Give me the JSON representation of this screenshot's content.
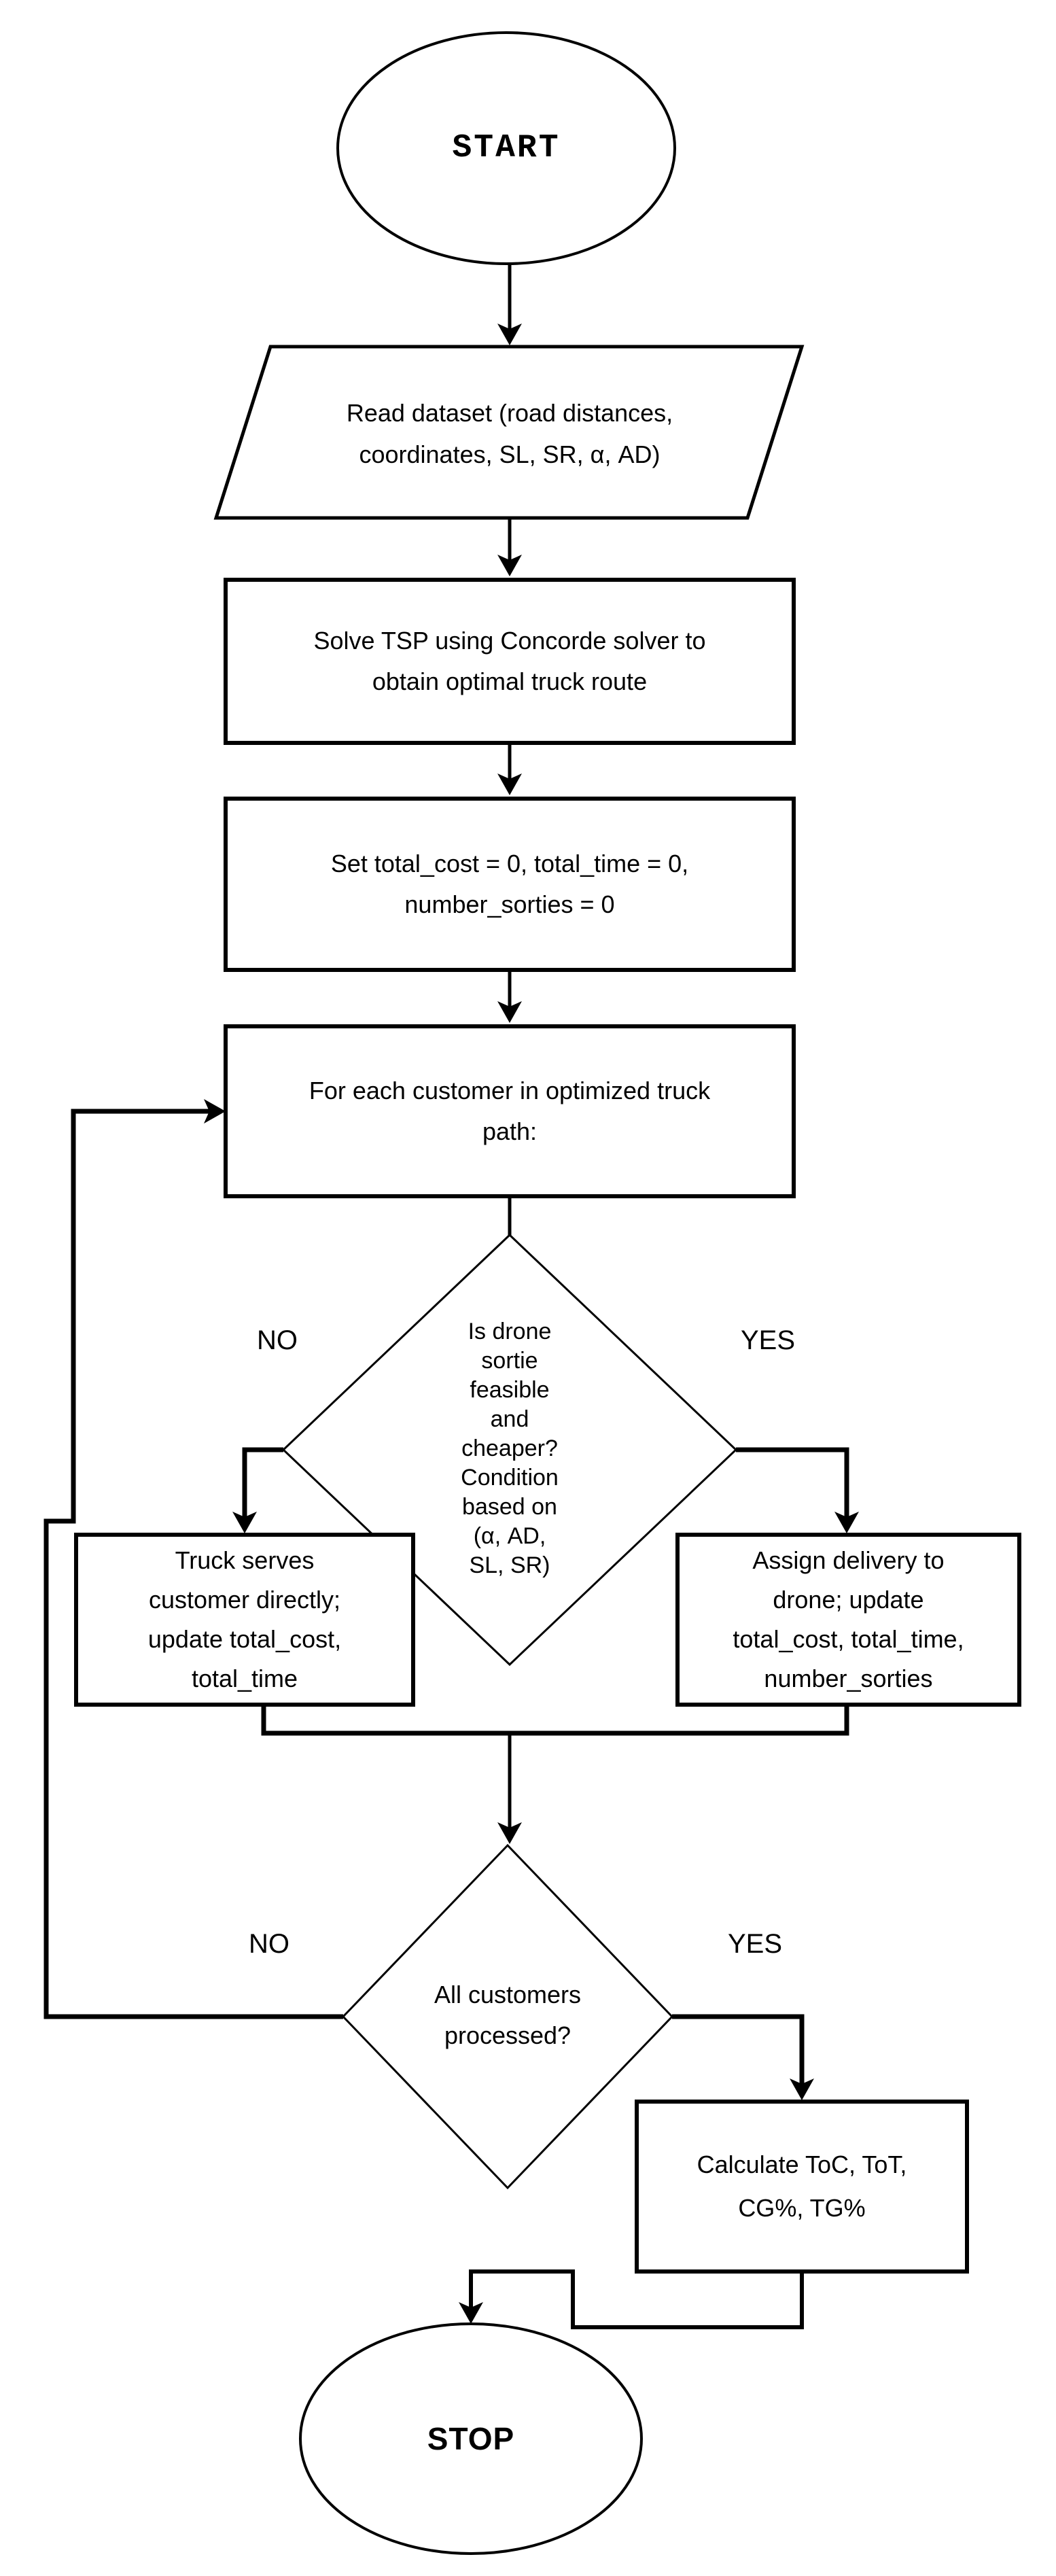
{
  "background": "#ffffff",
  "stroke_color": "#000000",
  "nodes": {
    "start": {
      "label": "START",
      "type": "terminator"
    },
    "read_dataset": {
      "label": "Read dataset (road distances,\ncoordinates, SL, SR, α, AD)",
      "type": "io-parallelogram"
    },
    "solve_tsp": {
      "label": "Solve TSP using Concorde solver to\nobtain optimal truck route",
      "type": "process"
    },
    "init_counters": {
      "label": "Set total_cost = 0, total_time = 0,\nnumber_sorties = 0",
      "type": "process"
    },
    "for_each_customer": {
      "label": "For each customer in optimized truck\npath:",
      "type": "process"
    },
    "drone_feasible_decision": {
      "label": "Is drone\nsortie\nfeasible\nand\ncheaper?\nCondition\nbased on\n(α, AD,\nSL, SR)",
      "type": "decision"
    },
    "truck_serves": {
      "label": "Truck serves\ncustomer directly;\nupdate total_cost,\ntotal_time",
      "type": "process"
    },
    "assign_drone": {
      "label": "Assign delivery to\ndrone; update\ntotal_cost, total_time,\nnumber_sorties",
      "type": "process"
    },
    "all_customers_decision": {
      "label": "All customers\nprocessed?",
      "type": "decision"
    },
    "calculate_metrics": {
      "label": "Calculate ToC, ToT,\nCG%, TG%",
      "type": "process"
    },
    "stop": {
      "label": "STOP",
      "type": "terminator"
    }
  },
  "edge_labels": {
    "drone_no": "NO",
    "drone_yes": "YES",
    "processed_no": "NO",
    "processed_yes": "YES"
  }
}
